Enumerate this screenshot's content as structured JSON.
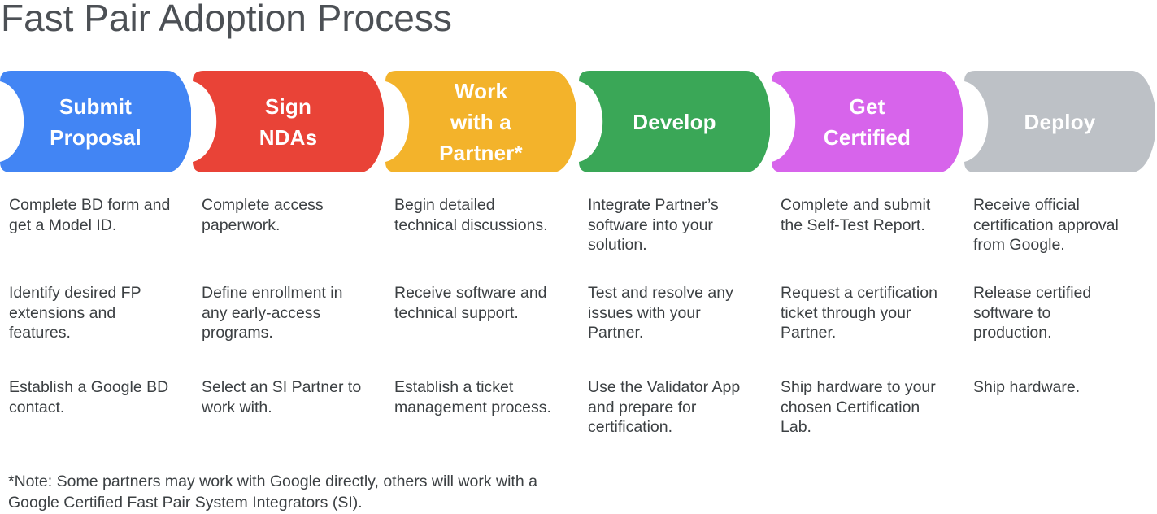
{
  "title": "Fast Pair Adoption Process",
  "footnote": "*Note: Some partners may work with Google directly, others will work with a\nGoogle Certified Fast Pair System Integrators (SI).",
  "stages": [
    {
      "label": "Submit\nProposal",
      "color": "#4285F4",
      "details": [
        "Complete BD form and\nget a Model ID.",
        "Identify desired FP\nextensions and\nfeatures.",
        "Establish a Google BD\ncontact."
      ]
    },
    {
      "label": "Sign\nNDAs",
      "color": "#E94337",
      "details": [
        "Complete access\npaperwork.",
        "Define enrollment in\nany early-access\nprograms.",
        "Select an SI Partner to\nwork with."
      ]
    },
    {
      "label": "Work\nwith a\nPartner*",
      "color": "#F3B32B",
      "details": [
        "Begin detailed\ntechnical discussions.",
        "Receive software and\ntechnical support.",
        "Establish a ticket\nmanagement process."
      ]
    },
    {
      "label": "Develop",
      "color": "#3AA757",
      "details": [
        "Integrate Partner’s\nsoftware into your\nsolution.",
        "Test and resolve any\nissues with your\nPartner.",
        "Use the Validator App\nand prepare for\ncertification."
      ]
    },
    {
      "label": "Get\nCertified",
      "color": "#D764EB",
      "details": [
        "Complete and submit\nthe Self-Test Report.",
        "Request a certification\nticket through your\nPartner.",
        "Ship hardware to your\nchosen Certification\nLab."
      ]
    },
    {
      "label": "Deploy",
      "color": "#BDC1C6",
      "details": [
        "Receive official\ncertification approval\nfrom Google.",
        "Release certified\nsoftware to\nproduction.",
        "Ship hardware."
      ]
    }
  ]
}
